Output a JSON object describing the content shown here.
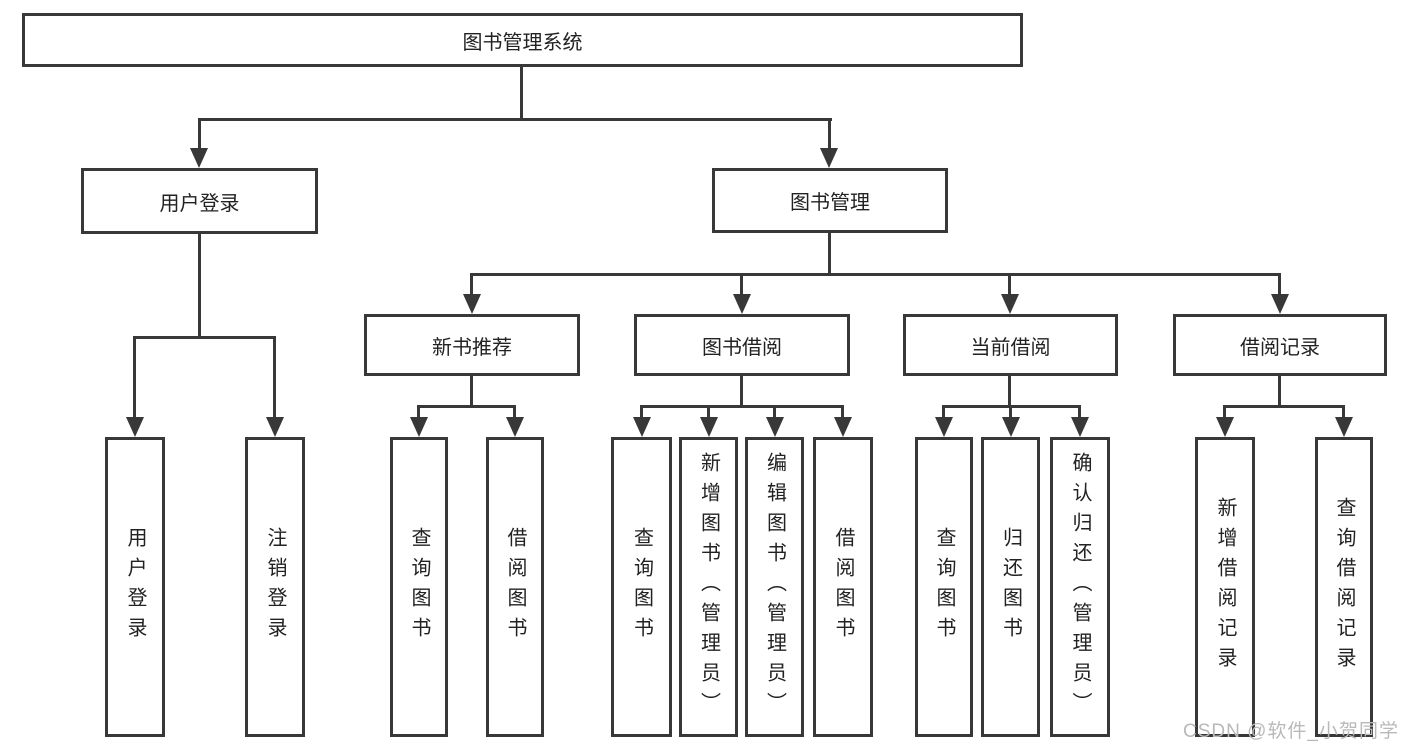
{
  "diagram": {
    "title": "图书管理系统",
    "branches": {
      "user_login": {
        "label": "用户登录",
        "children": [
          "用户登录",
          "注销登录"
        ]
      },
      "book_management": {
        "label": "图书管理",
        "sections": {
          "new_books": {
            "label": "新书推荐",
            "children": [
              "查询图书",
              "借阅图书"
            ]
          },
          "book_borrow": {
            "label": "图书借阅",
            "children": [
              "查询图书",
              "新增图书（管理员）",
              "编辑图书（管理员）",
              "借阅图书"
            ]
          },
          "current_borrow": {
            "label": "当前借阅",
            "children": [
              "查询图书",
              "归还图书",
              "确认归还（管理员）"
            ]
          },
          "borrow_records": {
            "label": "借阅记录",
            "children": [
              "新增借阅记录",
              "查询借阅记录"
            ]
          }
        }
      }
    }
  },
  "watermark": {
    "text": "CSDN @软件_小贺同学"
  },
  "colors": {
    "line": "#383838",
    "box_border": "#383838",
    "text": "#222222",
    "watermark": "#b9b9b9",
    "background": "#ffffff"
  }
}
